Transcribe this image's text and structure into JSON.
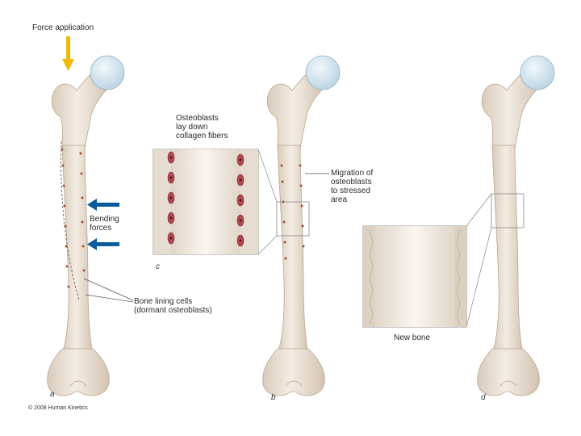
{
  "labels": {
    "force_application": "Force application",
    "bending_forces": [
      "Bending",
      "forces"
    ],
    "bone_lining_cells": [
      "Bone lining cells",
      "(dormant osteoblasts)"
    ],
    "osteoblasts_lay_down": [
      "Osteoblasts",
      "lay down",
      "collagen fibers"
    ],
    "migration": [
      "Migration of",
      "osteoblasts",
      "to stressed",
      "area"
    ],
    "new_bone": "New bone"
  },
  "panels": [
    "a",
    "b",
    "c",
    "d"
  ],
  "copyright": "© 2008 Human Kinetics",
  "colors": {
    "bone_fill": "#efe6da",
    "bone_shade": "#d8c9b8",
    "femoral_head": "#d6e6f0",
    "force_arrow": "#f5b800",
    "bending_arrow": "#0a5a9c",
    "osteoblast_dots": "#a0522d",
    "cell_fill": "#b0484f"
  }
}
